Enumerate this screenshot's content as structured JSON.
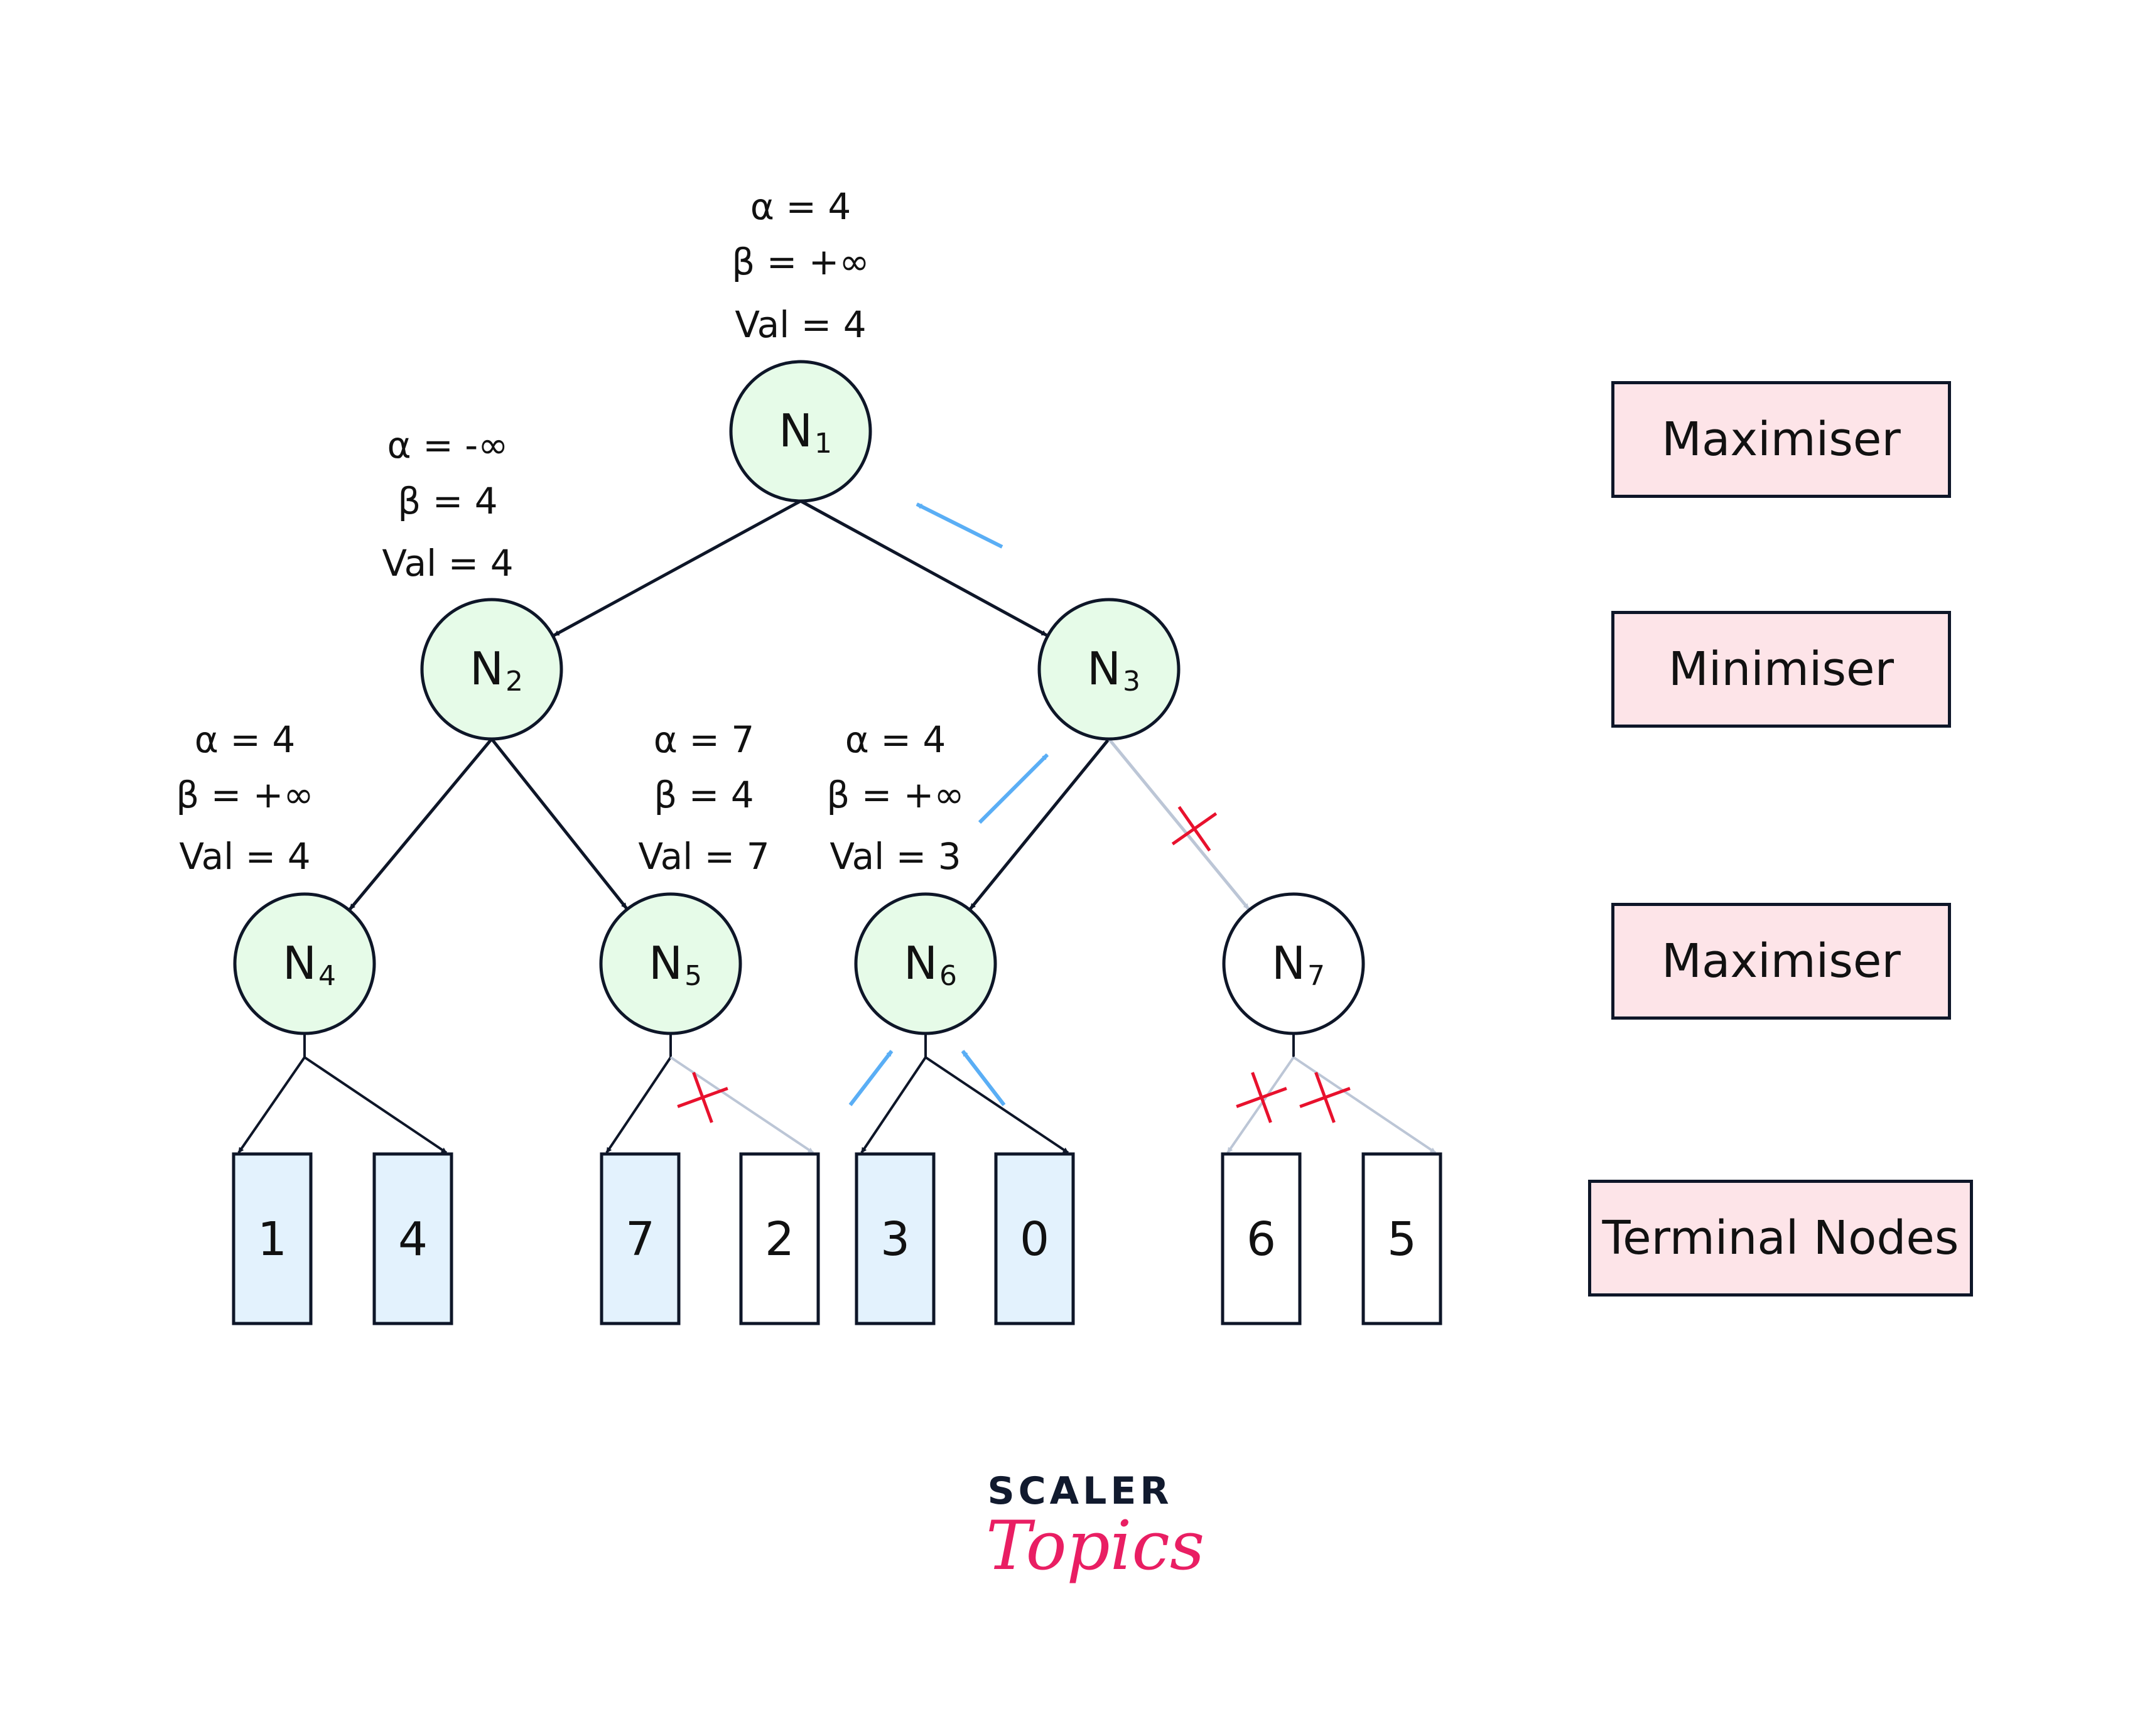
{
  "colors": {
    "visited_node_fill": "#e6fbe8",
    "unvisited_node_fill": "#ffffff",
    "visited_leaf_fill": "#e3f2fd",
    "unvisited_leaf_fill": "#ffffff",
    "edge": "#0e1628",
    "pruned_edge": "#bcc6d6",
    "prune_mark": "#e8112d",
    "backtrack_arrow": "#5aaef5",
    "legend_fill": "#fde4e8"
  },
  "nodes": [
    {
      "id": "N1",
      "label": "N",
      "sub": "1",
      "visited": true
    },
    {
      "id": "N2",
      "label": "N",
      "sub": "2",
      "visited": true
    },
    {
      "id": "N3",
      "label": "N",
      "sub": "3",
      "visited": true
    },
    {
      "id": "N4",
      "label": "N",
      "sub": "4",
      "visited": true
    },
    {
      "id": "N5",
      "label": "N",
      "sub": "5",
      "visited": true
    },
    {
      "id": "N6",
      "label": "N",
      "sub": "6",
      "visited": true
    },
    {
      "id": "N7",
      "label": "N",
      "sub": "7",
      "visited": false
    }
  ],
  "terminals": [
    {
      "value": "1",
      "parent": "N4",
      "visited": true
    },
    {
      "value": "4",
      "parent": "N4",
      "visited": true
    },
    {
      "value": "7",
      "parent": "N5",
      "visited": true
    },
    {
      "value": "2",
      "parent": "N5",
      "visited": false
    },
    {
      "value": "3",
      "parent": "N6",
      "visited": true
    },
    {
      "value": "0",
      "parent": "N6",
      "visited": true
    },
    {
      "value": "6",
      "parent": "N7",
      "visited": false
    },
    {
      "value": "5",
      "parent": "N7",
      "visited": false
    }
  ],
  "edges": [
    {
      "from": "N1",
      "to": "N2",
      "pruned": false
    },
    {
      "from": "N1",
      "to": "N3",
      "pruned": false
    },
    {
      "from": "N2",
      "to": "N4",
      "pruned": false
    },
    {
      "from": "N2",
      "to": "N5",
      "pruned": false
    },
    {
      "from": "N3",
      "to": "N6",
      "pruned": false
    },
    {
      "from": "N3",
      "to": "N7",
      "pruned": true
    }
  ],
  "annotations": {
    "N1": {
      "alpha": "α = 4",
      "beta": "β = +∞",
      "val": "Val = 4"
    },
    "N2": {
      "alpha": "α = -∞",
      "beta": "β = 4",
      "val": "Val = 4"
    },
    "N4": {
      "alpha": "α = 4",
      "beta": "β = +∞",
      "val": "Val = 4"
    },
    "N5": {
      "alpha": "α = 7",
      "beta": "β = 4",
      "val": "Val = 7"
    },
    "N6": {
      "alpha": "α = 4",
      "beta": "β = +∞",
      "val": "Val = 3"
    }
  },
  "legend": {
    "level0": "Maximiser",
    "level1": "Minimiser",
    "level2": "Maximiser",
    "terminal": "Terminal Nodes"
  },
  "logo": {
    "line1": "SCALER",
    "line2": "Topics"
  }
}
